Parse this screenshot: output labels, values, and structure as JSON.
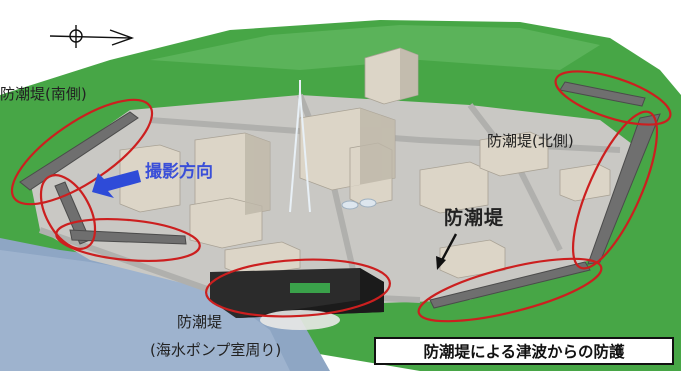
{
  "labels": {
    "seawall_south": "防潮堤(南側)",
    "seawall_north": "防潮堤(北側)",
    "seawall": "防潮堤",
    "shooting_direction": "撮影方向",
    "seawall_pump_line1": "防潮堤",
    "seawall_pump_line2": "(海水ポンプ室周り)"
  },
  "caption": "防潮堤による津波からの防護",
  "colors": {
    "terrain": "#44a543",
    "sea": "#8ea6c4",
    "building": "#ddd6c8",
    "highlight_ellipse": "#cc1f1f",
    "direction_arrow": "#2e4bd8"
  },
  "icons": {
    "compass": "north-arrow-icon",
    "direction": "direction-arrow-icon",
    "pointer": "pointer-arrow-icon"
  }
}
